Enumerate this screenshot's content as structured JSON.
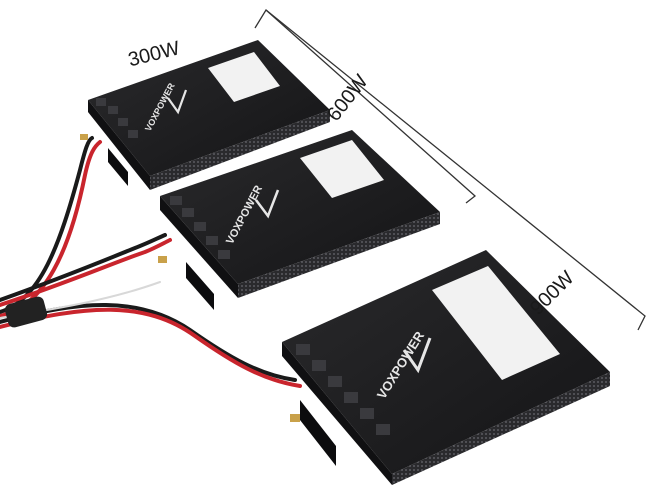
{
  "labels": {
    "small": "300W",
    "medium": "600W",
    "large": "900W"
  },
  "brand": "VOXPOWER",
  "colors": {
    "case": "#1b1b1d",
    "case_side": "#2b2b2e",
    "case_dark": "#0e0e10",
    "sticker": "#f2f2f2",
    "wire_red": "#c9252d",
    "wire_black": "#1a1a1a",
    "wire_white": "#d8d8d8",
    "lug": "#c9a14a"
  }
}
